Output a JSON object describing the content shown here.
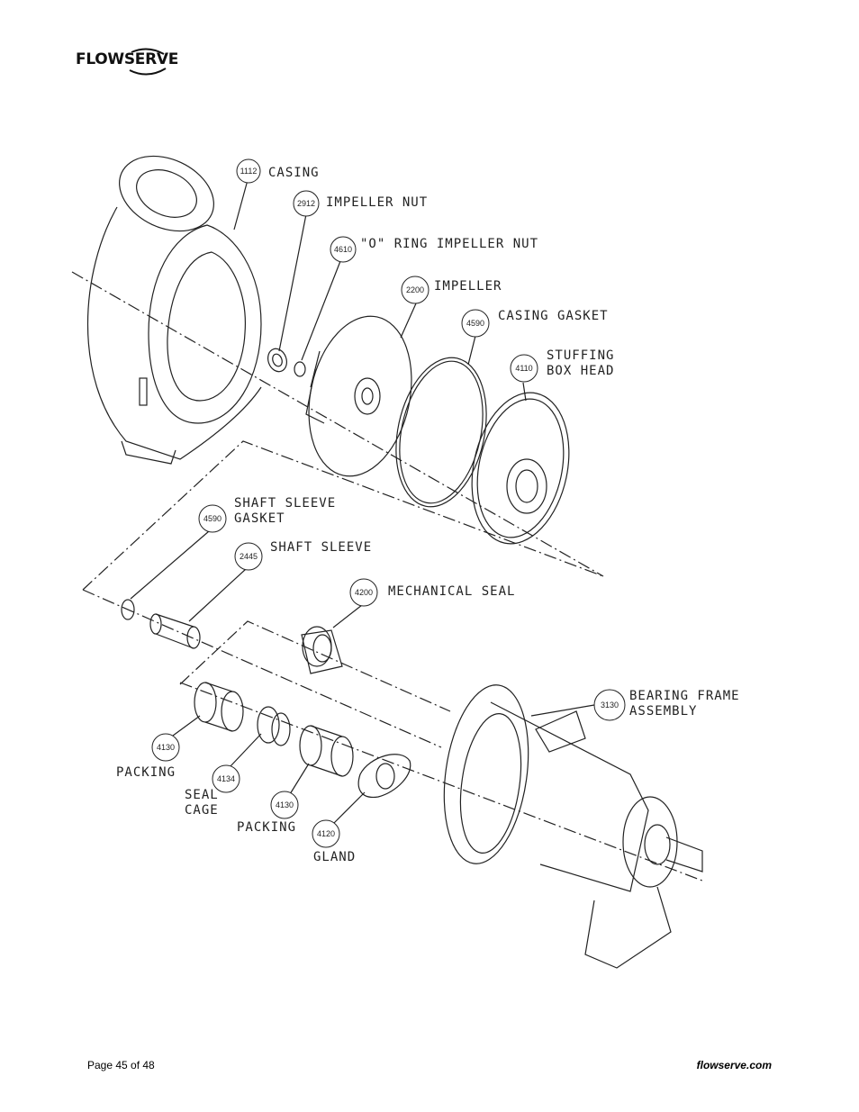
{
  "header": {
    "logo_text": "FLOWSERVE"
  },
  "callouts": {
    "casing": {
      "num": "1112",
      "label": "CASING"
    },
    "impeller_nut": {
      "num": "2912",
      "label": "IMPELLER NUT"
    },
    "o_ring": {
      "num": "4610",
      "label": "\"O\" RING IMPELLER NUT"
    },
    "impeller": {
      "num": "2200",
      "label": "IMPELLER"
    },
    "casing_gasket": {
      "num": "4590",
      "label": "CASING GASKET"
    },
    "stuffing_box": {
      "num": "4110",
      "label_1": "STUFFING",
      "label_2": "BOX HEAD"
    },
    "sleeve_gasket": {
      "num": "4590",
      "label_1": "SHAFT SLEEVE",
      "label_2": "GASKET"
    },
    "shaft_sleeve": {
      "num": "2445",
      "label": "SHAFT SLEEVE"
    },
    "mech_seal": {
      "num": "4200",
      "label": "MECHANICAL SEAL"
    },
    "bearing_frame": {
      "num": "3130",
      "label_1": "BEARING FRAME",
      "label_2": "ASSEMBLY"
    },
    "packing_1": {
      "num": "4130",
      "label": "PACKING"
    },
    "seal_cage": {
      "num": "4134",
      "label_1": "SEAL",
      "label_2": "CAGE"
    },
    "packing_2": {
      "num": "4130",
      "label": "PACKING"
    },
    "gland": {
      "num": "4120",
      "label": "GLAND"
    }
  },
  "footer": {
    "page": "Page 45 of 48",
    "site": "flowserve.com"
  }
}
